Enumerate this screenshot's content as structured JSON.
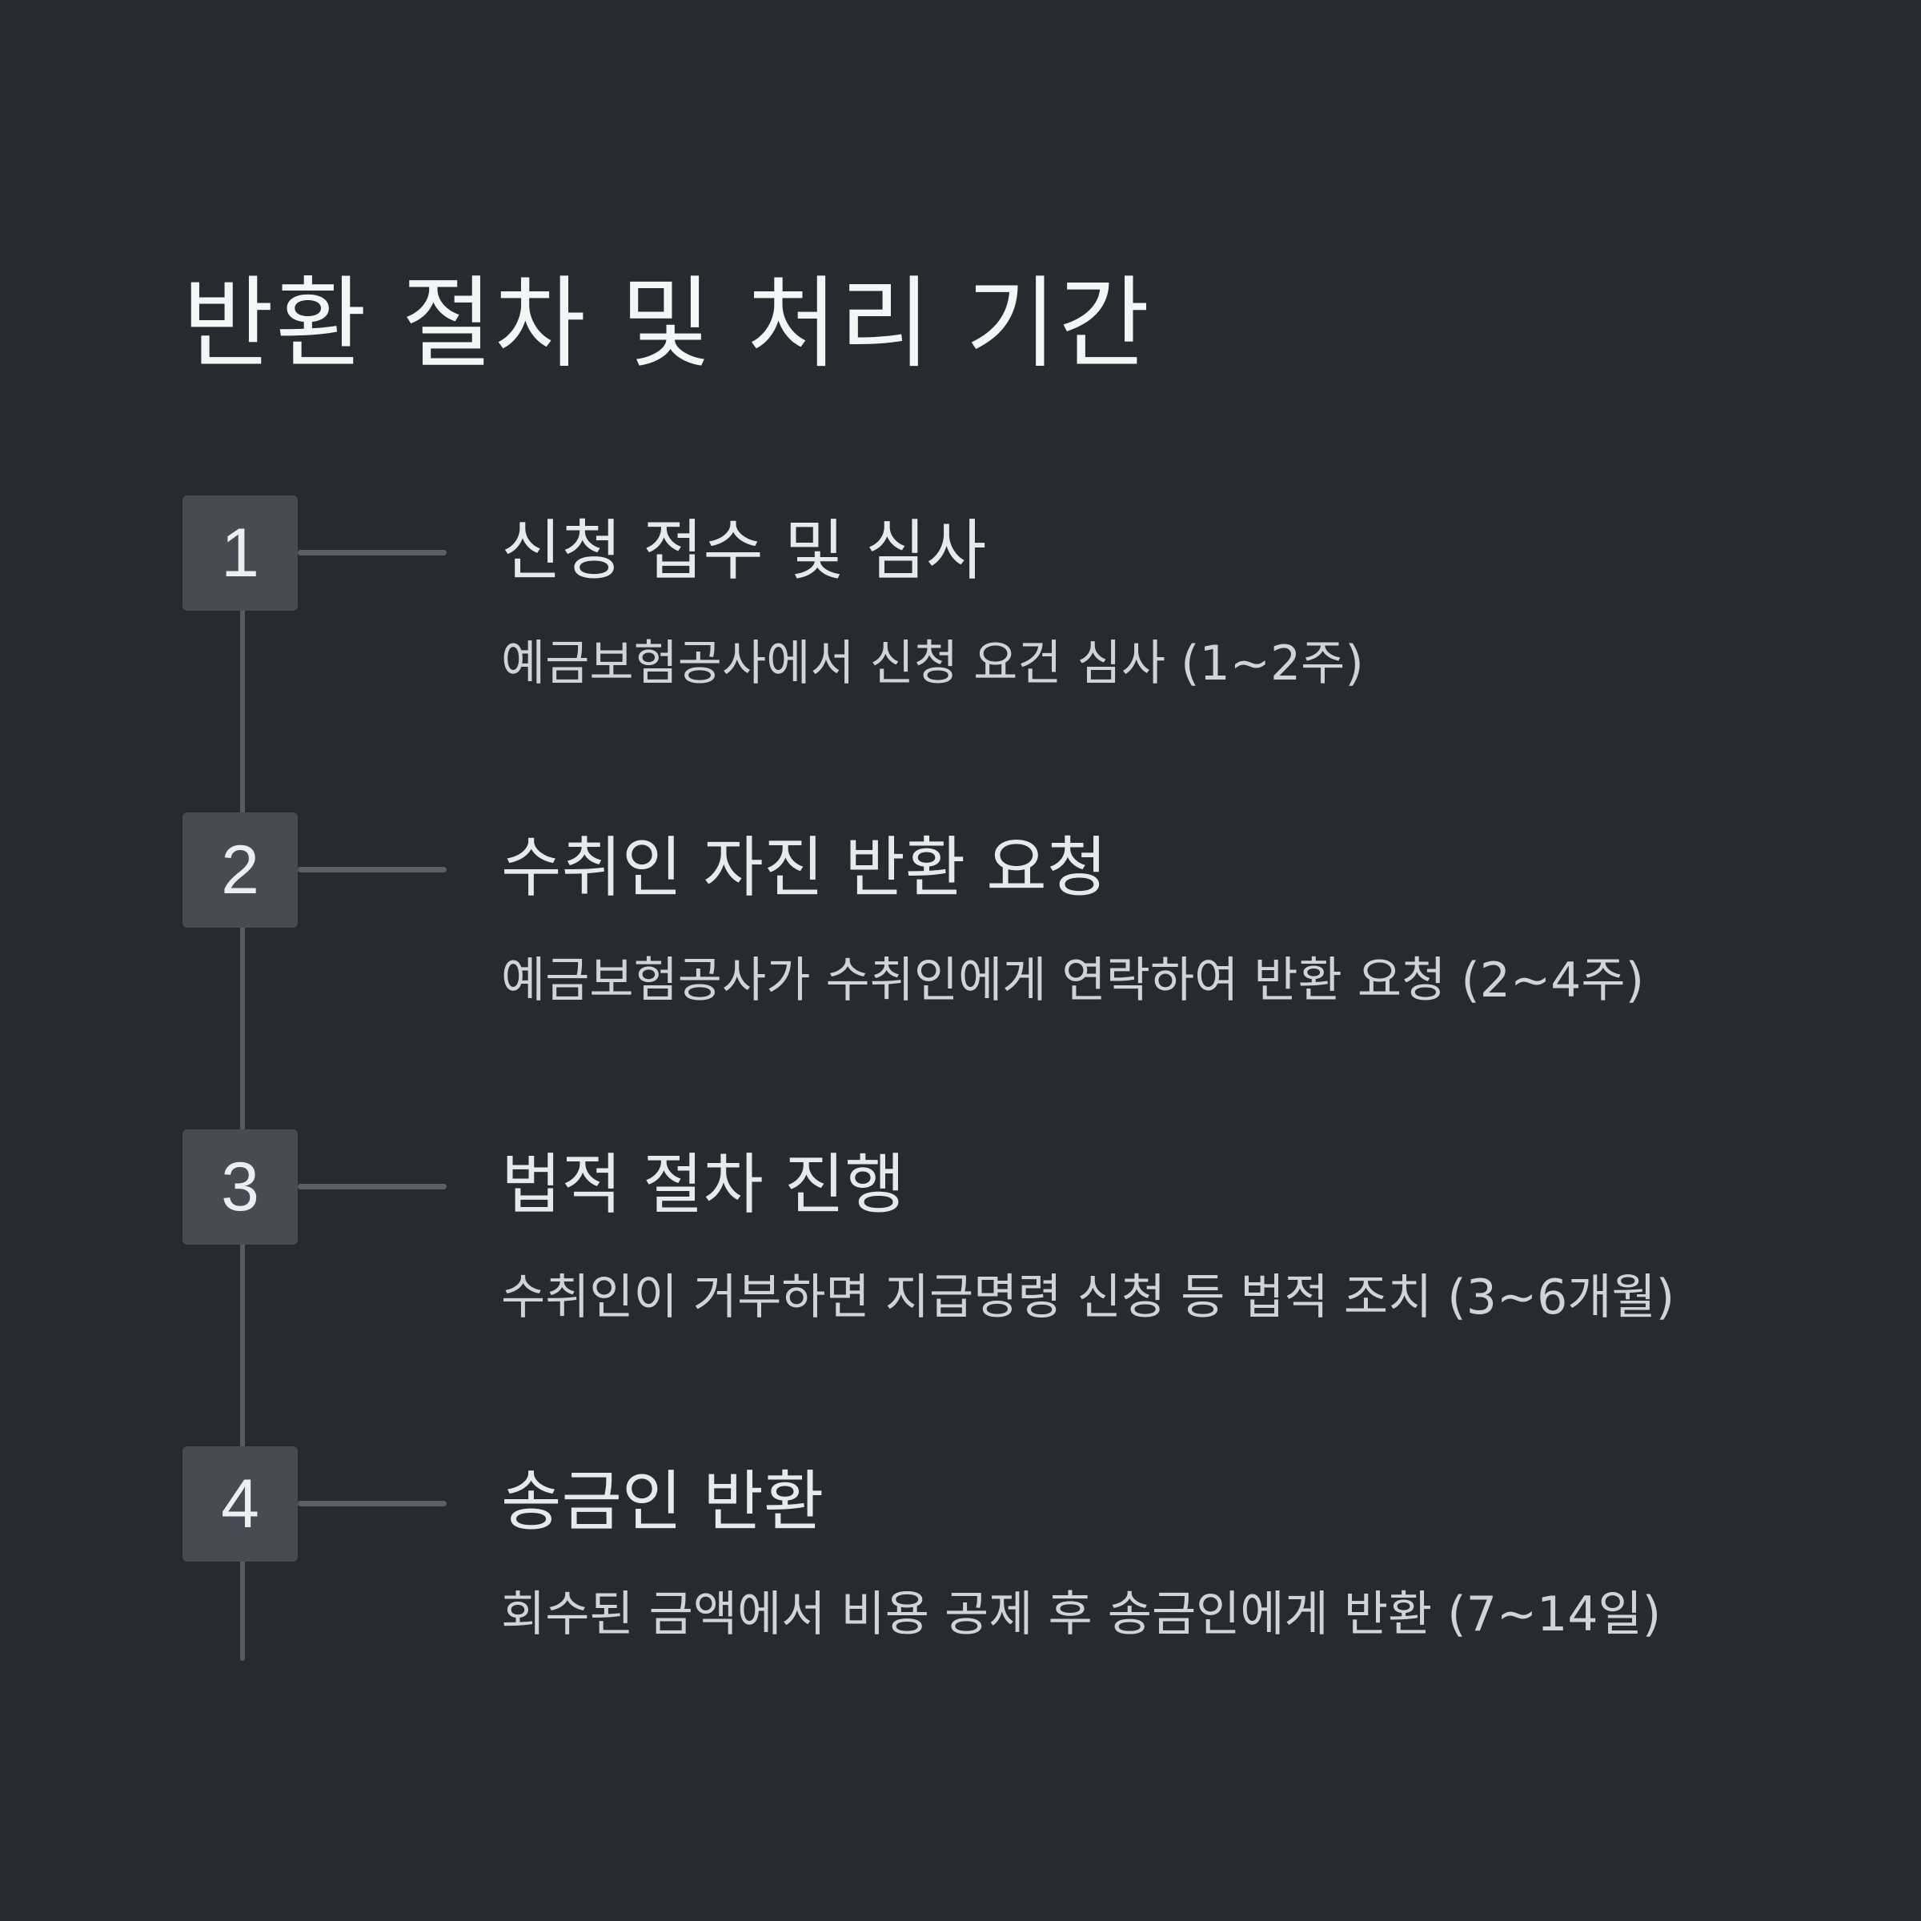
{
  "title": "반환 절차 및 처리 기간",
  "steps": [
    {
      "number": "1",
      "title": "신청 접수 및 심사",
      "description": "예금보험공사에서 신청 요건 심사 (1~2주)"
    },
    {
      "number": "2",
      "title": "수취인 자진 반환 요청",
      "description": "예금보험공사가 수취인에게 연락하여 반환 요청 (2~4주)"
    },
    {
      "number": "3",
      "title": "법적 절차 진행",
      "description": "수취인이 거부하면 지급명령 신청 등 법적 조치 (3~6개월)"
    },
    {
      "number": "4",
      "title": "송금인 반환",
      "description": "회수된 금액에서 비용 공제 후 송금인에게 반환 (7~14일)"
    }
  ],
  "colors": {
    "background": "#272a30",
    "badge": "#474b53",
    "rail": "#565b63",
    "title_text": "#f4f5f7",
    "body_text": "#d0d3d8"
  }
}
